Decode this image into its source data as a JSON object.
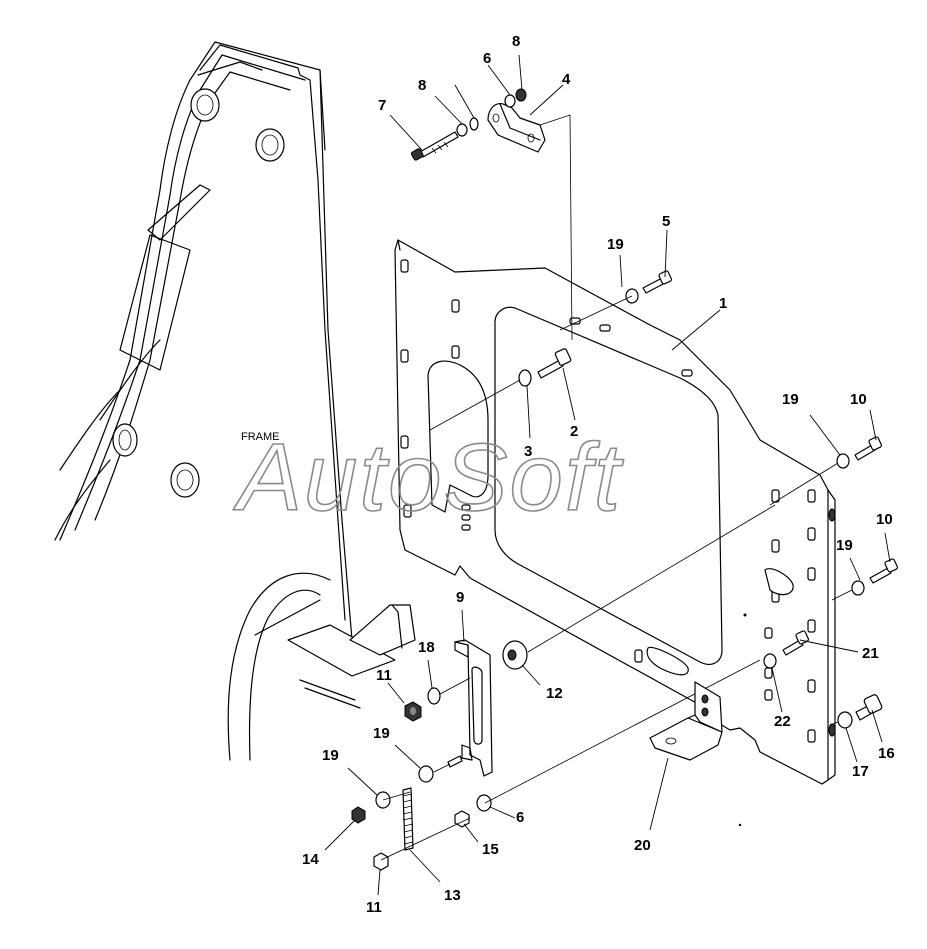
{
  "labels": {
    "frame": "FRAME",
    "watermark": "AutoSoft"
  },
  "callouts": [
    "1",
    "2",
    "3",
    "4",
    "5",
    "6",
    "6",
    "7",
    "8",
    "8",
    "9",
    "10",
    "10",
    "11",
    "11",
    "12",
    "13",
    "14",
    "15",
    "16",
    "17",
    "18",
    "19",
    "19",
    "19",
    "19",
    "19",
    "20",
    "21",
    "22"
  ]
}
